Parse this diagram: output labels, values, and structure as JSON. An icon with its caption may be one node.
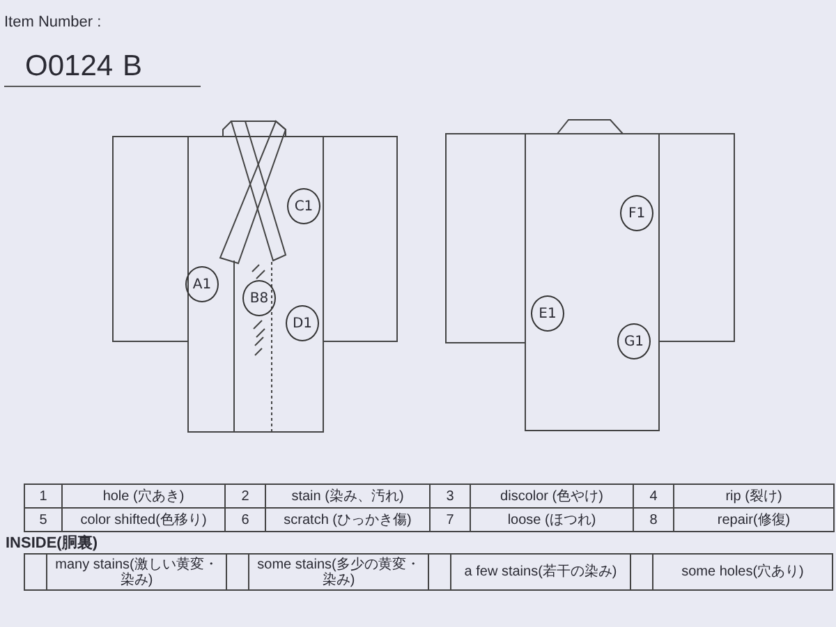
{
  "diagram": {
    "nodes": [
      {
        "text": [
          "C1"
        ]
      },
      {
        "text": [
          "A1"
        ]
      },
      {
        "text": [
          "B8"
        ]
      },
      {
        "text": [
          "D1"
        ]
      },
      {
        "text": [
          "F1"
        ]
      },
      {
        "text": [
          "E1"
        ]
      },
      {
        "text": [
          "G1"
        ]
      }
    ],
    "labels": [
      "Item Number :",
      "O0124",
      "B",
      "1",
      "hole (穴あき)",
      "2",
      "stain (染み、汚れ)",
      "3",
      "discolor (色やけ)",
      "4",
      "rip (裂け)",
      "5",
      "color shifted(色移り)",
      "6",
      "scratch (ひっかき傷)",
      "7",
      "loose (ほつれ)",
      "8",
      "repair(修復)",
      "INSIDE(胴裏)",
      "many stains(激しい黄変・染み)",
      "some stains(多少の黄変・染み)",
      "a few stains(若干の染み)",
      "some holes(穴あり)"
    ]
  }
}
